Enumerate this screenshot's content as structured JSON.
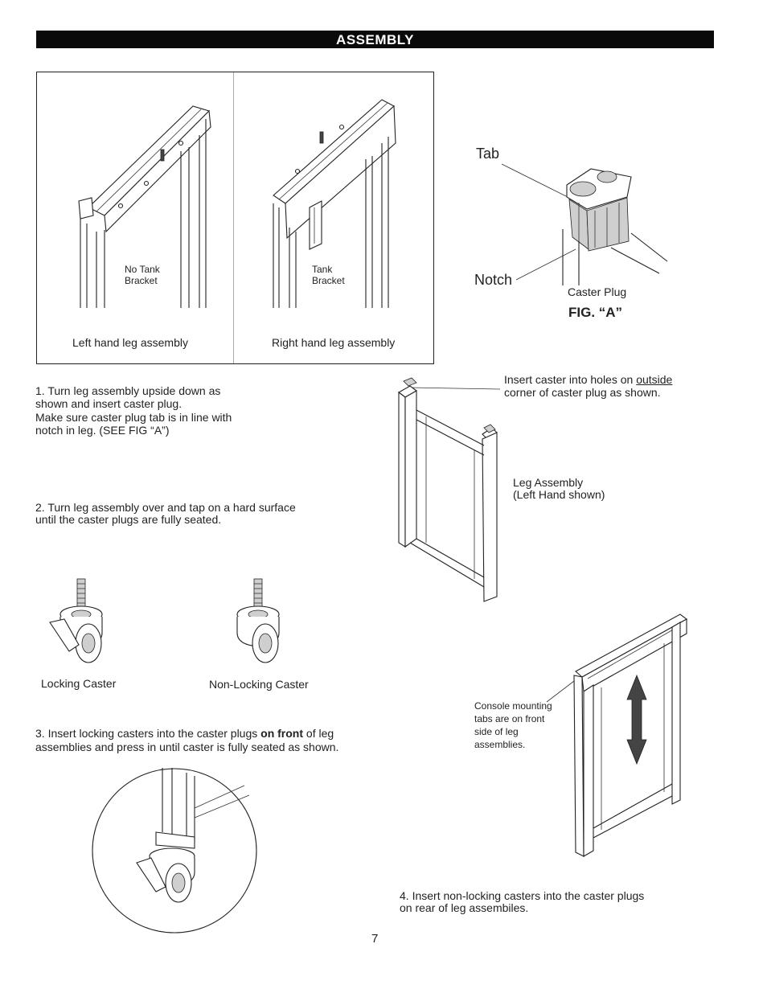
{
  "header": {
    "title": "ASSEMBLY"
  },
  "leg_box": {
    "left_panel": {
      "label_line1": "No Tank",
      "label_line2": "Bracket",
      "caption": "Left hand leg assembly"
    },
    "right_panel": {
      "label_line1": "Tank",
      "label_line2": "Bracket",
      "caption": "Right hand leg assembly"
    }
  },
  "fig_a": {
    "tab": "Tab",
    "notch": "Notch",
    "caster_plug": "Caster Plug",
    "title": "FIG. “A”"
  },
  "steps": {
    "step1": {
      "line1": "1. Turn leg assembly upside down as",
      "line2": "shown and insert caster plug.",
      "line3": "Make sure caster plug tab is in line with",
      "line4": "notch in leg. (SEE FIG “A”)"
    },
    "step2": {
      "line1": "2. Turn leg assembly over and tap on a hard surface",
      "line2": "until the caster plugs are fully seated."
    },
    "step3": {
      "line1_pre": "3. Insert locking casters into the caster plugs ",
      "line1_bold": "on front",
      "line1_post": " of leg",
      "line2": "assemblies and press in until caster is fully seated as shown."
    },
    "step4": {
      "line1": "4. Insert non-locking casters into the caster plugs",
      "line2": "on rear of leg assembiles."
    }
  },
  "caster_insert": {
    "line1_pre": "Insert caster into holes on ",
    "line1_underline": "outside",
    "line2": "corner of caster plug as shown."
  },
  "leg_assembly": {
    "line1": "Leg Assembly",
    "line2": "(Left Hand shown)"
  },
  "casters": {
    "locking": "Locking Caster",
    "non_locking": "Non-Locking Caster"
  },
  "console_note": {
    "line1": "Console mounting",
    "line2": "tabs are on front",
    "line3": "side of leg",
    "line4": "assemblies."
  },
  "page_number": "7",
  "icons": [
    "up-down-arrow-icon"
  ]
}
